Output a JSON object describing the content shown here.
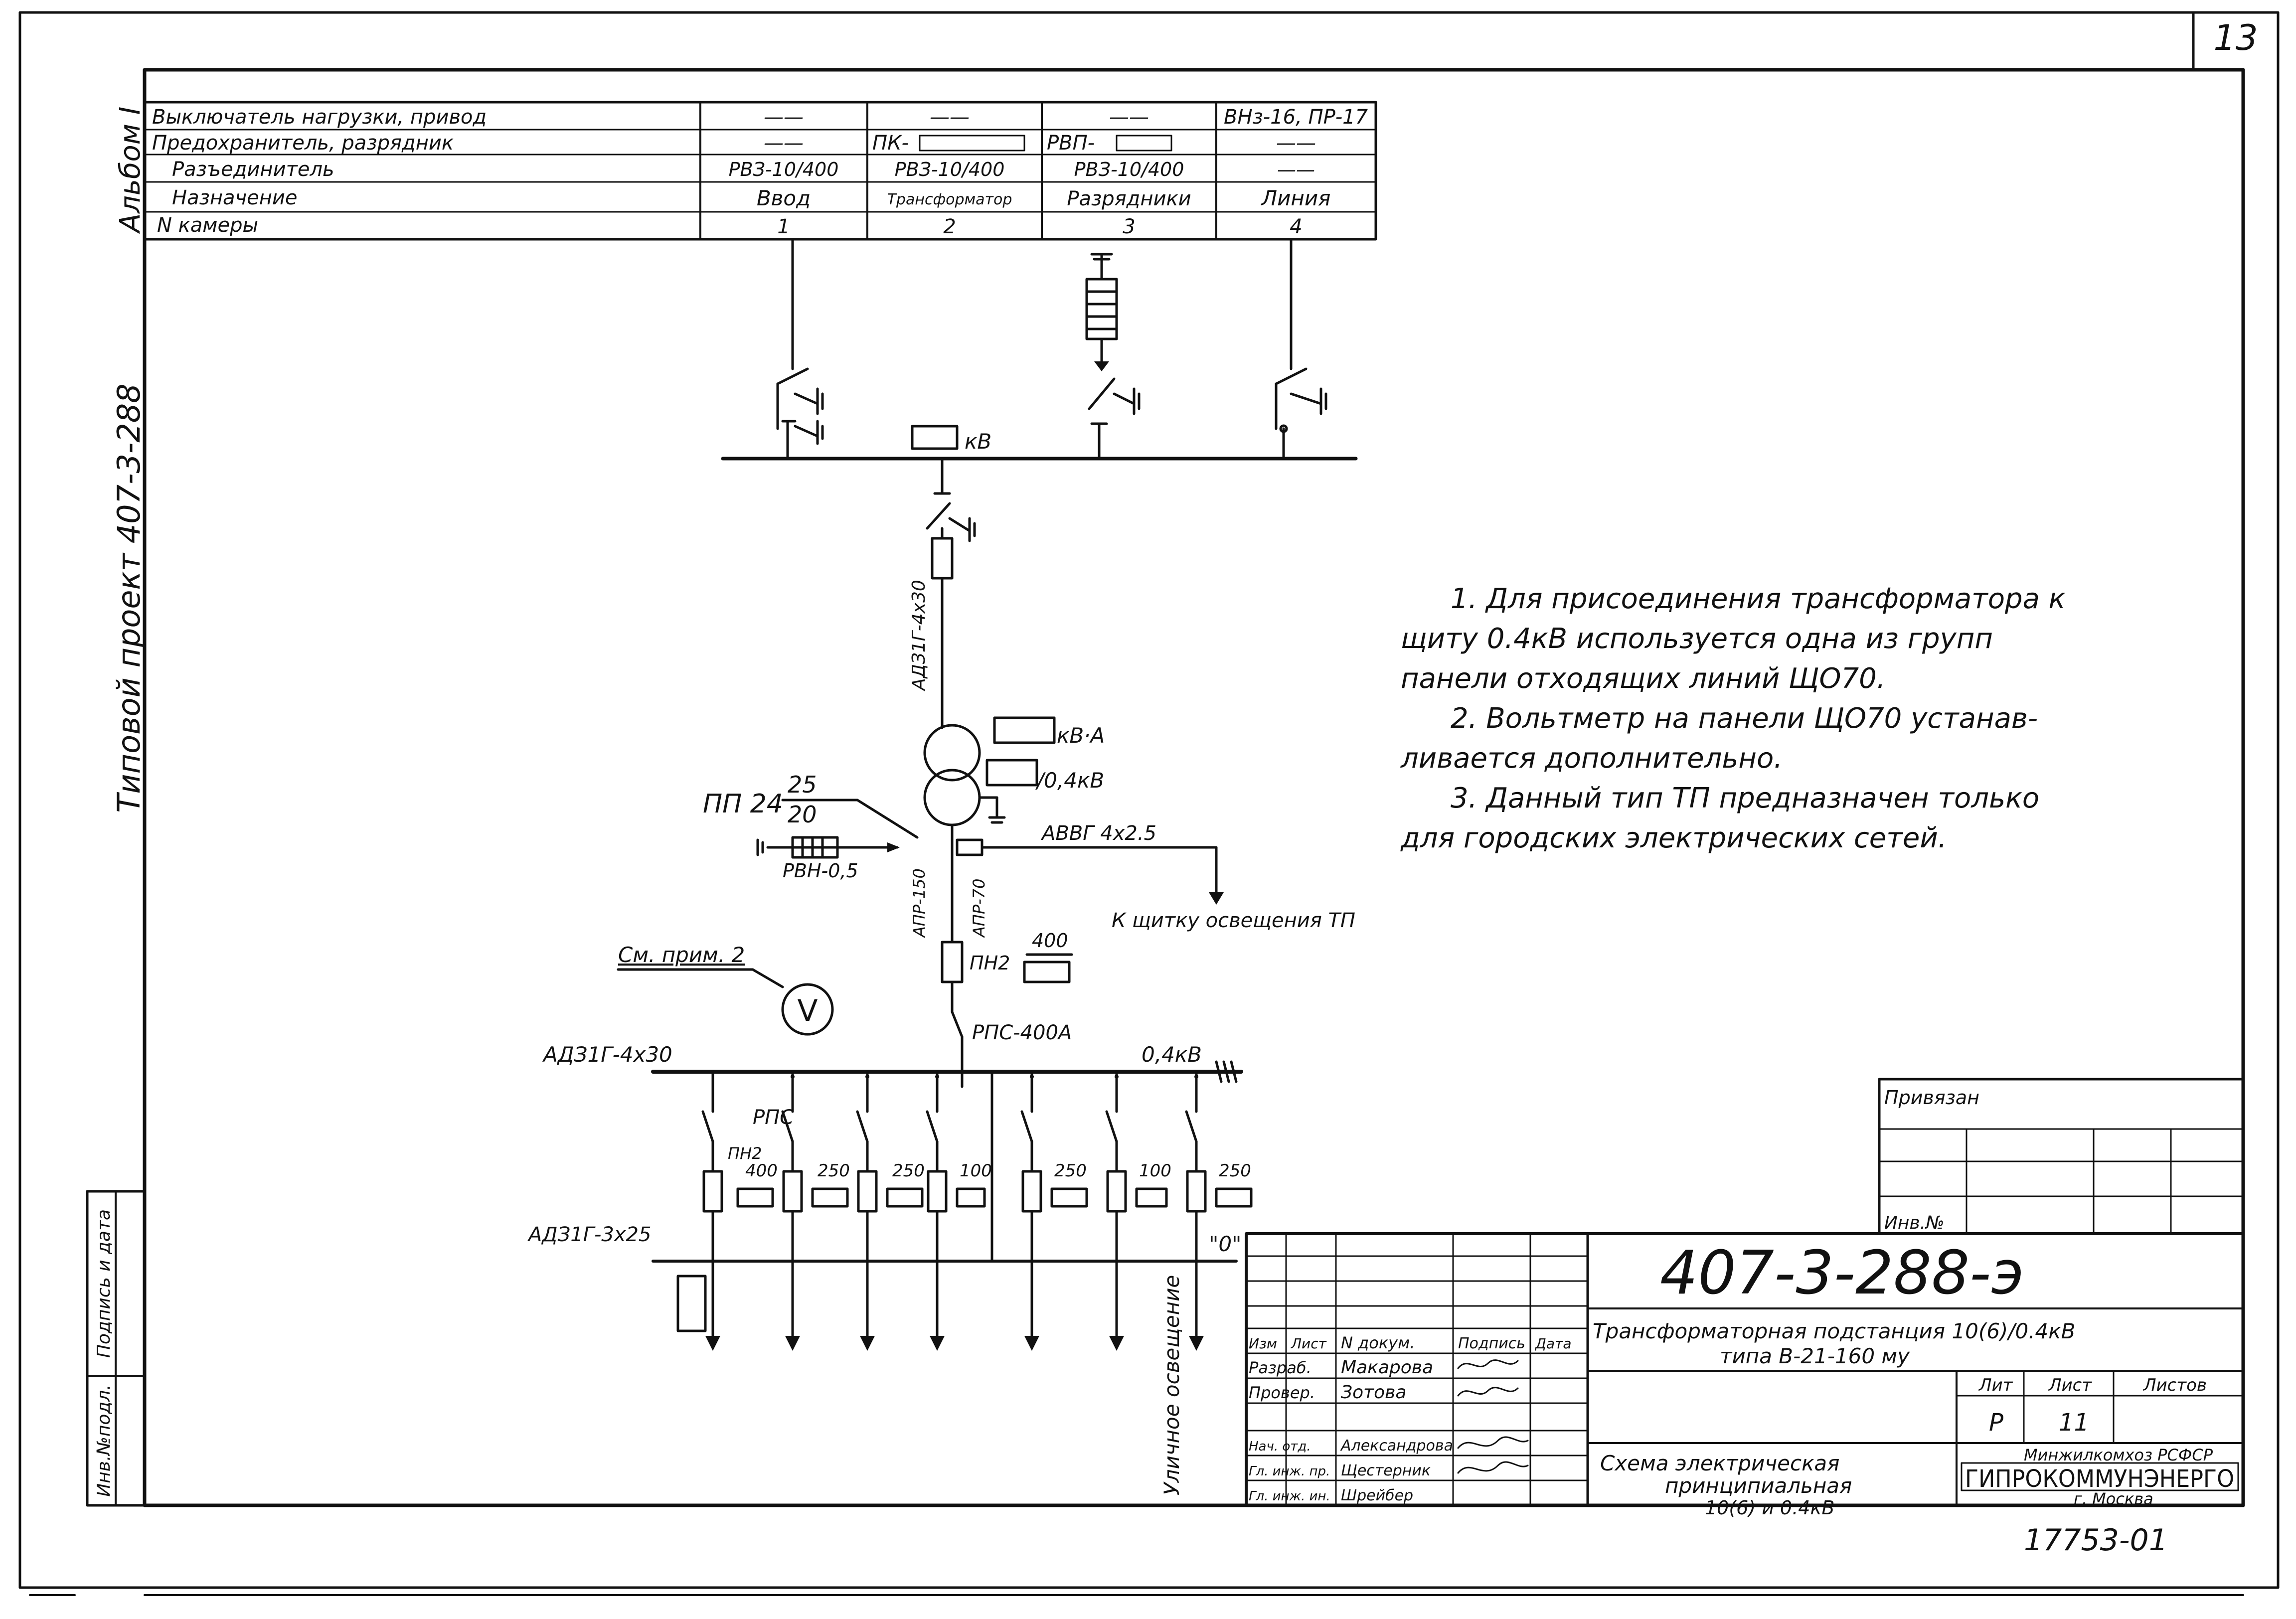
{
  "sheet": {
    "page_number": "13",
    "album": "Альбом I",
    "project_title": "Типовой проект 407-3-288",
    "archive_label": "17753-01"
  },
  "side_stamp": {
    "inv_podl": "Инв.№подл.",
    "podpis": "Подпись и дата"
  },
  "equipment_table": {
    "rows": [
      {
        "label": "Выключатель нагрузки, привод",
        "cells": [
          "——",
          "——",
          "——",
          "ВНз-16, ПР-17"
        ]
      },
      {
        "label": "Предохранитель, разрядник",
        "cells": [
          "——",
          "ПК-",
          "РВП-",
          "——"
        ]
      },
      {
        "label": "Разъединитель",
        "cells": [
          "РВЗ-10/400",
          "РВЗ-10/400",
          "РВЗ-10/400",
          "——"
        ]
      },
      {
        "label": "Назначение",
        "cells": [
          "Ввод",
          "Трансформатор",
          "Разрядники",
          "Линия"
        ]
      },
      {
        "label": "N камеры",
        "cells": [
          "1",
          "2",
          "3",
          "4"
        ]
      }
    ]
  },
  "scheme": {
    "kv_label": "кВ",
    "cable_hv": "АДЗ1Г-4х30",
    "kv_a": "кВ·А",
    "kv_04": "/0,4кВ",
    "pp_label": "ПП 24",
    "pp_num": "25",
    "pp_den": "20",
    "avvg": "АВВГ 4х2.5",
    "rvn": "РВН-0,5",
    "app150": "АПР-150",
    "apr70": "АПР-70",
    "to_lighting": "К щитку освещения ТП",
    "pn2_main": "ПН2",
    "pn2_main_rating": "400",
    "rps_main": "РПС-400А",
    "see_note": "См. прим. 2",
    "voltmeter": "V",
    "bus_cable": "АДЗ1Г-4х30",
    "bus_voltage": "0,4кВ",
    "rps": "РПС",
    "pn2": "ПН2",
    "fuse_ratings": [
      "400",
      "250",
      "250",
      "100",
      "250",
      "100",
      "250"
    ],
    "cable_out": "АДЗ1Г-3х25",
    "zero_label": "\"0\"",
    "street_lighting": "Уличное освещение"
  },
  "notes": [
    "1. Для присоединения трансформатора к",
    "щиту 0.4кВ используется одна из групп",
    "панели отходящих линий ЩО70.",
    "2. Вольтметр на панели ЩО70 устанав-",
    "ливается дополнительно.",
    "3. Данный тип ТП предназначен только",
    "для городских электрических сетей."
  ],
  "title_block": {
    "privyazan": "Привязан",
    "inv_no": "Инв.№",
    "doc_code": "407-3-288-э",
    "doc_title_1": "Трансформаторная подстанция 10(6)/0.4кВ",
    "doc_title_2": "типа В-21-160 му",
    "col_heads": [
      "Изм",
      "Лист",
      "N докум.",
      "Подпись",
      "Дата"
    ],
    "roles": [
      {
        "role": "Разраб.",
        "name": "Макарова"
      },
      {
        "role": "Провер.",
        "name": "Зотова"
      },
      {
        "role": "Нач. отд.",
        "name": "Александрова"
      },
      {
        "role": "Гл. инж. пр.",
        "name": "Щестерник"
      },
      {
        "role": "Гл. инж. ин.",
        "name": "Шрейбер"
      }
    ],
    "lit_label": "Лит",
    "sheet_label": "Лист",
    "sheets_label": "Листов",
    "lit_value": "Р",
    "sheet_value": "11",
    "drawing_title_1": "Схема электрическая",
    "drawing_title_2": "принципиальная",
    "drawing_title_3": "10(6) и 0.4кВ",
    "ministry": "Минжилкомхоз РСФСР",
    "org": "ГИПРОКОММУНЭНЕРГО",
    "city": "г. Москва"
  }
}
